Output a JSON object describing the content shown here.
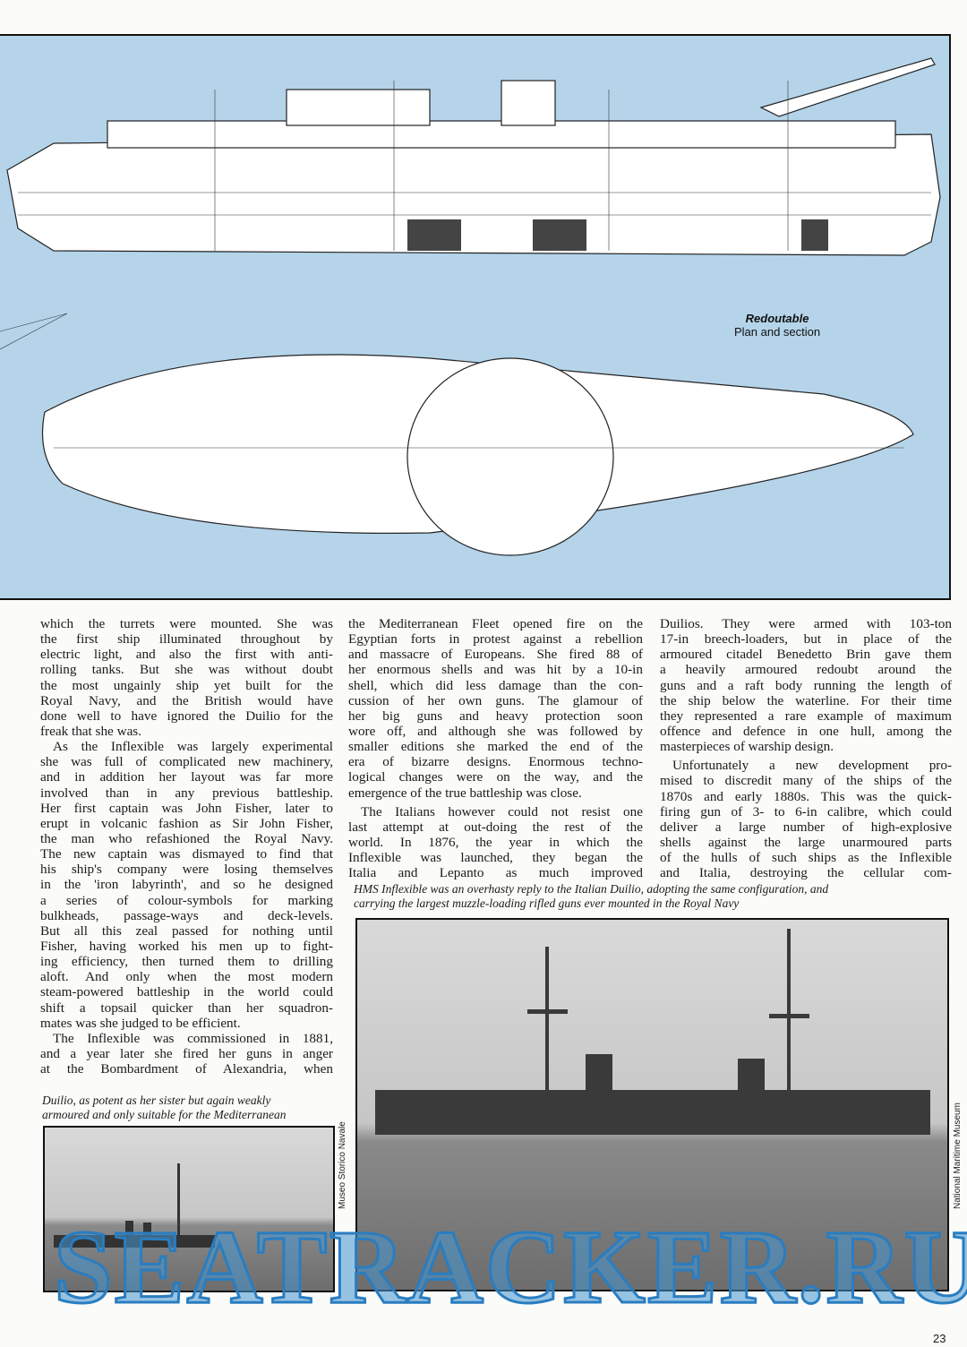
{
  "drawing": {
    "title": "Redoutable",
    "subtitle": "Plan and section"
  },
  "columns": [
    {
      "lines": [
        [
          "which the turrets were mounted. She was",
          ""
        ],
        [
          "the first ship illuminated throughout by",
          ""
        ],
        [
          "electric light, and also the first with anti-",
          ""
        ],
        [
          "rolling tanks. But she was without doubt",
          ""
        ],
        [
          "the most ungainly ship yet built for the",
          ""
        ],
        [
          "Royal Navy, and the British would have",
          ""
        ],
        [
          "done well to have ignored the Duilio for the",
          ""
        ],
        [
          "freak that she was.",
          "last"
        ],
        [
          "As the Inflexible was largely experimental",
          "ind"
        ],
        [
          "she was full of complicated new machinery,",
          ""
        ],
        [
          "and in addition her layout was far more",
          ""
        ],
        [
          "involved than in any previous battleship.",
          ""
        ],
        [
          "Her first captain was John Fisher, later to",
          ""
        ],
        [
          "erupt in volcanic fashion as Sir John Fisher,",
          ""
        ],
        [
          "the man who refashioned the Royal Navy.",
          ""
        ],
        [
          "The new captain was dismayed to find that",
          ""
        ],
        [
          "his ship's company were losing themselves",
          ""
        ],
        [
          "in the 'iron labyrinth', and so he designed",
          ""
        ],
        [
          "a series of colour-symbols for marking",
          ""
        ],
        [
          "bulkheads, passage-ways and deck-levels.",
          ""
        ],
        [
          "But all this zeal passed for nothing until",
          ""
        ],
        [
          "Fisher, having worked his men up to fight-",
          ""
        ],
        [
          "ing efficiency, then turned them to drilling",
          ""
        ],
        [
          "aloft. And only when the most modern",
          ""
        ],
        [
          "steam-powered battleship in the world could",
          ""
        ],
        [
          "shift a topsail quicker than her squadron-",
          ""
        ],
        [
          "mates was she judged to be efficient.",
          "last"
        ],
        [
          "The Inflexible was commissioned in 1881,",
          "ind"
        ],
        [
          "and a year later she fired her guns in anger",
          ""
        ],
        [
          "at the Bombardment of Alexandria, when",
          ""
        ]
      ]
    },
    {
      "lines": [
        [
          "the Mediterranean Fleet opened fire on the",
          ""
        ],
        [
          "Egyptian forts in protest against a rebellion",
          ""
        ],
        [
          "and massacre of Europeans. She fired 88 of",
          ""
        ],
        [
          "her enormous shells and was hit by a 10-in",
          ""
        ],
        [
          "shell, which did less damage than the con-",
          ""
        ],
        [
          "cussion of her own guns. The glamour of",
          ""
        ],
        [
          "her big guns and heavy protection soon",
          ""
        ],
        [
          "wore off, and although she was followed by",
          ""
        ],
        [
          "smaller editions she marked the end of the",
          ""
        ],
        [
          "era of bizarre designs. Enormous techno-",
          ""
        ],
        [
          "logical changes were on the way, and the",
          ""
        ],
        [
          "emergence of the true battleship was close.",
          "last"
        ],
        [
          "The Italians however could not resist one",
          "ind"
        ],
        [
          "last attempt at out-doing the rest of the",
          ""
        ],
        [
          "world. In 1876, the year in which the",
          ""
        ],
        [
          "Inflexible was launched, they began the",
          ""
        ],
        [
          "Italia and Lepanto as much improved",
          ""
        ]
      ]
    },
    {
      "lines": [
        [
          "Duilios. They were armed with 103-ton",
          ""
        ],
        [
          "17-in breech-loaders, but in place of the",
          ""
        ],
        [
          "armoured citadel Benedetto Brin gave them",
          ""
        ],
        [
          "a heavily armoured redoubt around the",
          ""
        ],
        [
          "guns and a raft body running the length of",
          ""
        ],
        [
          "the ship below the waterline. For their time",
          ""
        ],
        [
          "they represented a rare example of maximum",
          ""
        ],
        [
          "offence and defence in one hull, among the",
          ""
        ],
        [
          "masterpieces of warship design.",
          "last"
        ],
        [
          "Unfortunately a new development pro-",
          "ind"
        ],
        [
          "mised to discredit many of the ships of the",
          ""
        ],
        [
          "1870s and early 1880s. This was the quick-",
          ""
        ],
        [
          "firing gun of 3- to 6-in calibre, which could",
          ""
        ],
        [
          "deliver a large number of high-explosive",
          ""
        ],
        [
          "shells against the large unarmoured parts",
          ""
        ],
        [
          "of the hulls of such ships as the Inflexible",
          ""
        ],
        [
          "and Italia, destroying the cellular com-",
          ""
        ]
      ]
    }
  ],
  "captions": {
    "inflexible": [
      "HMS Inflexible was an overhasty reply to the Italian Duilio, adopting the same configuration, and",
      "carrying the largest muzzle-loading rifled guns ever mounted in the Royal Navy"
    ],
    "duilio": [
      "Duilio, as potent as her sister but again weakly",
      "armoured and only suitable for the Mediterranean"
    ]
  },
  "credits": {
    "duilio": "Museo Storico Navale",
    "inflexible": "National Maritime Museum"
  },
  "watermark": "SEATRACKER.RU",
  "page_number": "23"
}
